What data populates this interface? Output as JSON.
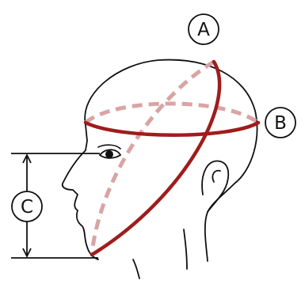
{
  "labels": {
    "a": "A",
    "b": "B",
    "c": "C"
  },
  "colors": {
    "outline": "#111111",
    "band_solid": "#a01c1c",
    "band_dashed": "#d9a4a4",
    "background": "#ffffff"
  }
}
